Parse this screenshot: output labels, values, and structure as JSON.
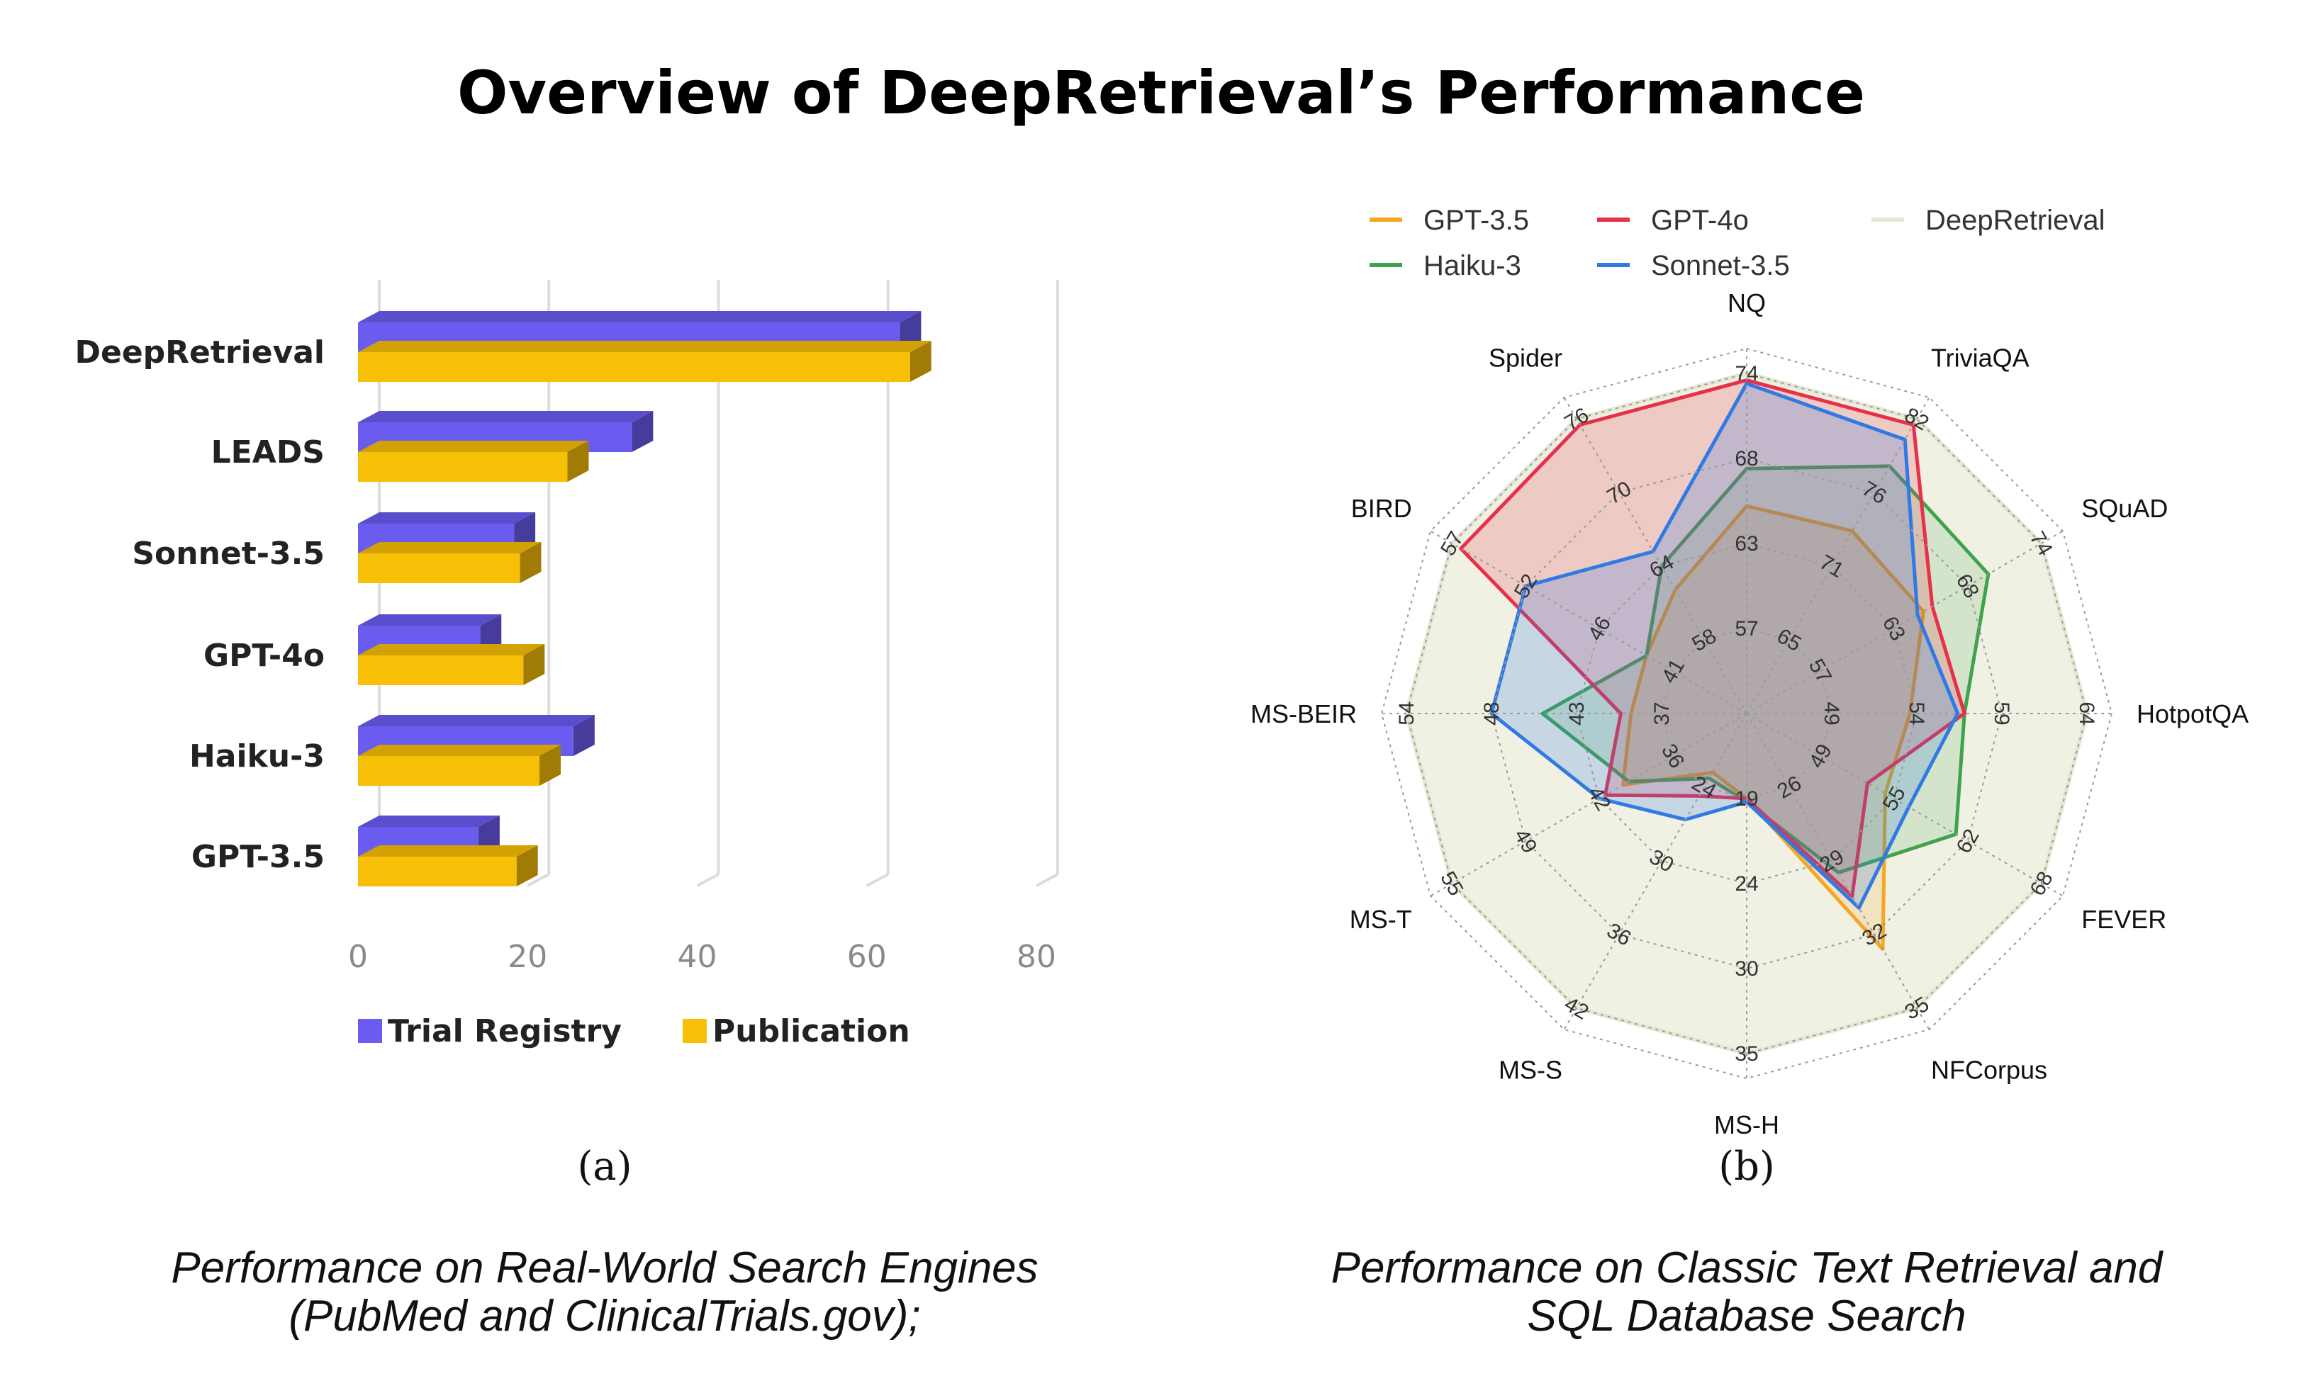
{
  "title": "Overview of DeepRetrieval’s Performance",
  "chart_data": [
    {
      "type": "bar",
      "orientation": "horizontal",
      "subfigure_label": "(a)",
      "caption": [
        "Performance on Real-World Search Engines",
        "(PubMed and ClinicalTrials.gov);"
      ],
      "categories": [
        "DeepRetrieval",
        "LEADS",
        "Sonnet-3.5",
        "GPT-4o",
        "Haiku-3",
        "GPT-3.5"
      ],
      "series": [
        {
          "name": "Trial Registry",
          "color": "#6b5cf0",
          "values": [
            63.9,
            32.3,
            18.4,
            14.4,
            25.4,
            14.2
          ]
        },
        {
          "name": "Publication",
          "color": "#f7bf06",
          "values": [
            65.1,
            24.7,
            19.1,
            19.5,
            21.4,
            18.7
          ]
        }
      ],
      "xticks": [
        "0",
        "20",
        "40",
        "60",
        "80"
      ],
      "xlim": [
        0,
        80
      ],
      "grid": true,
      "legend_position": "bottom"
    },
    {
      "type": "radar",
      "subfigure_label": "(b)",
      "caption": [
        "Performance on Classic Text Retrieval and",
        "SQL Database Search"
      ],
      "axes": [
        "NQ",
        "TriviaQA",
        "SQuAD",
        "HotpotQA",
        "FEVER",
        "NFCorpus",
        "MS-H",
        "MS-S",
        "MS-T",
        "MS-BEIR",
        "BIRD",
        "Spider"
      ],
      "ring_labels": [
        [
          "57",
          "63",
          "68",
          "74"
        ],
        [
          "65",
          "71",
          "76",
          "82"
        ],
        [
          "57",
          "63",
          "68",
          "74"
        ],
        [
          "49",
          "54",
          "59",
          "64"
        ],
        [
          "49",
          "55",
          "62",
          "68"
        ],
        [
          "26",
          "29",
          "32",
          "35"
        ],
        [
          "19",
          "24",
          "30",
          "35"
        ],
        [
          "24",
          "30",
          "36",
          "42"
        ],
        [
          "36",
          "42",
          "49",
          "55"
        ],
        [
          "37",
          "43",
          "48",
          "54"
        ],
        [
          "41",
          "46",
          "52",
          "57"
        ],
        [
          "58",
          "64",
          "70",
          "76"
        ]
      ],
      "series": [
        {
          "name": "GPT-3.5",
          "color": "#f5a623",
          "fill": "rgba(245,166,35,0.18)",
          "values": [
            0.61,
            0.62,
            0.6,
            0.48,
            0.47,
            0.8,
            0.25,
            0.2,
            0.42,
            0.34,
            0.34,
            0.42
          ]
        },
        {
          "name": "Haiku-3",
          "color": "#3fa34d",
          "fill": "rgba(63,163,77,0.16)",
          "values": [
            0.72,
            0.84,
            0.82,
            0.64,
            0.71,
            0.54,
            0.26,
            0.22,
            0.4,
            0.6,
            0.34,
            0.5
          ]
        },
        {
          "name": "GPT-4o",
          "color": "#e8304a",
          "fill": "rgba(232,48,74,0.20)",
          "values": [
            0.98,
            0.98,
            0.63,
            0.64,
            0.41,
            0.62,
            0.25,
            0.28,
            0.48,
            0.37,
            0.97,
            0.98
          ]
        },
        {
          "name": "Sonnet-3.5",
          "color": "#2f7ae5",
          "fill": "rgba(47,122,229,0.22)",
          "values": [
            0.97,
            0.93,
            0.58,
            0.62,
            0.55,
            0.66,
            0.26,
            0.36,
            0.5,
            0.75,
            0.75,
            0.55
          ]
        },
        {
          "name": "DeepRetrieval",
          "color": "#e6e7d3",
          "fill": "rgba(238,239,222,0.85)",
          "values": [
            1,
            1,
            1,
            1,
            1,
            1,
            1,
            1,
            1,
            1,
            1,
            1
          ]
        }
      ],
      "legend_position": "top"
    }
  ]
}
